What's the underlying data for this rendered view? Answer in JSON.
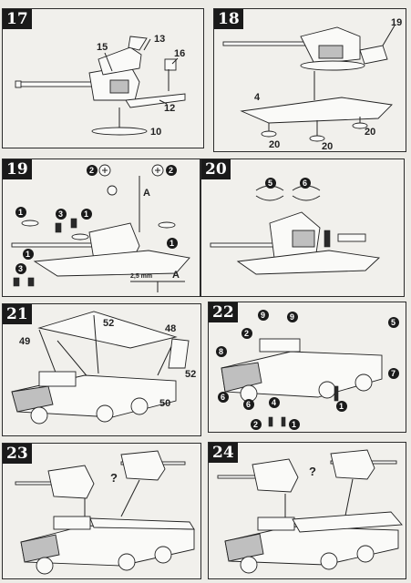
{
  "steps": {
    "s17": {
      "number": "17",
      "labels": {
        "a": "15",
        "b": "13",
        "c": "16",
        "d": "12",
        "e": "10"
      }
    },
    "s18": {
      "number": "18",
      "labels": {
        "a": "19",
        "b": "4",
        "c": "20",
        "d": "20",
        "e": "20"
      }
    },
    "s19": {
      "number": "19",
      "labels": {
        "c1a": "2",
        "c1b": "2",
        "letterA": "A",
        "c2a": "1",
        "c2b": "3",
        "c2c": "1",
        "c2d": "1",
        "c2e": "1",
        "c3": "3",
        "dim": "2,5 mm",
        "letterA2": "A"
      }
    },
    "s20": {
      "number": "20",
      "labels": {
        "c1": "5",
        "c2": "6"
      }
    },
    "s21": {
      "number": "21",
      "labels": {
        "a": "52",
        "b": "48",
        "c": "49",
        "d": "52",
        "e": "50"
      }
    },
    "s22": {
      "number": "22",
      "labels": {
        "a": "9",
        "b": "9",
        "c": "5",
        "d": "2",
        "e": "8",
        "f": "7",
        "g": "1",
        "h": "6",
        "i": "6",
        "j": "4",
        "k": "2",
        "l": "1"
      }
    },
    "s23": {
      "number": "23",
      "labels": {
        "q": "?"
      }
    },
    "s24": {
      "number": "24",
      "labels": {
        "q": "?"
      }
    }
  },
  "icons": [
    "gun-icon",
    "turret-base-icon",
    "truck-icon",
    "rotate-arrows-icon"
  ],
  "colors": {
    "ink": "#1a1a1a",
    "paper": "#f1f0ec",
    "background": "#ecebe6"
  }
}
